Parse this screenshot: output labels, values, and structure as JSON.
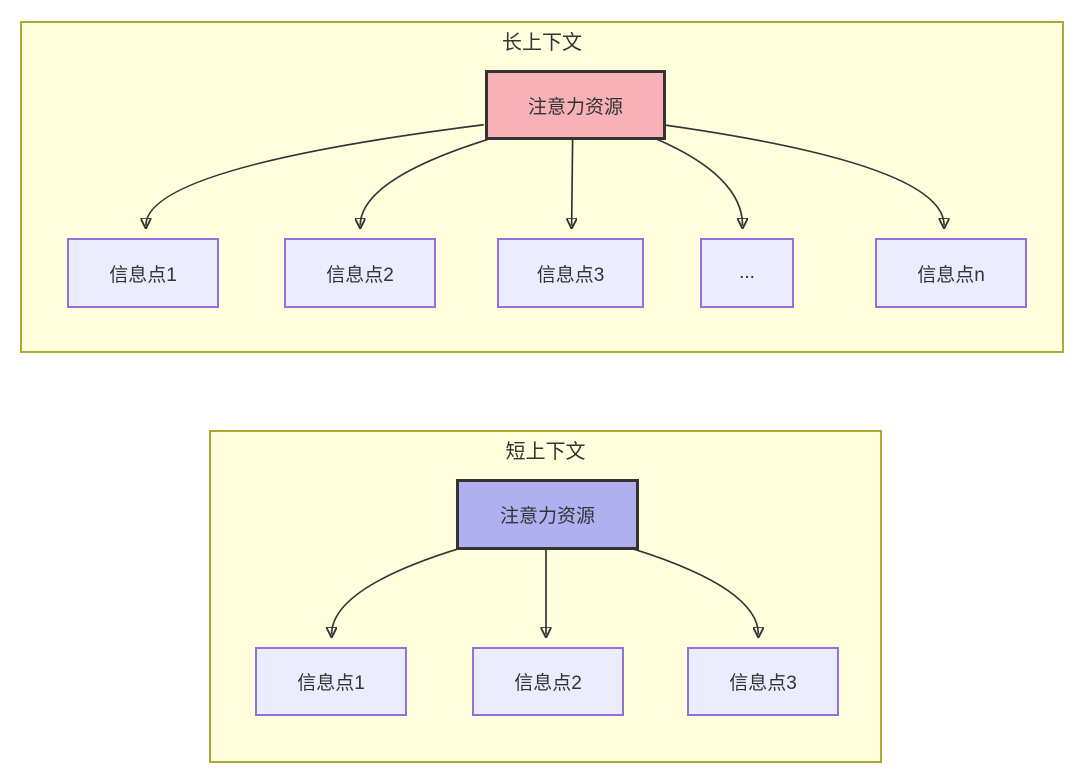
{
  "colors": {
    "panel_fill": "#ffffde",
    "panel_border": "#aaaa33",
    "info_fill": "#ececff",
    "info_border": "#9370db",
    "attention_long_fill": "#f8b2b7",
    "attention_short_fill": "#b0b0f0",
    "attention_border": "#333333",
    "arrow": "#333333",
    "text": "#333333"
  },
  "long_context": {
    "title": "长上下文",
    "attention_label": "注意力资源",
    "info_points": [
      "信息点1",
      "信息点2",
      "信息点3",
      "...",
      "信息点n"
    ]
  },
  "short_context": {
    "title": "短上下文",
    "attention_label": "注意力资源",
    "info_points": [
      "信息点1",
      "信息点2",
      "信息点3"
    ]
  }
}
